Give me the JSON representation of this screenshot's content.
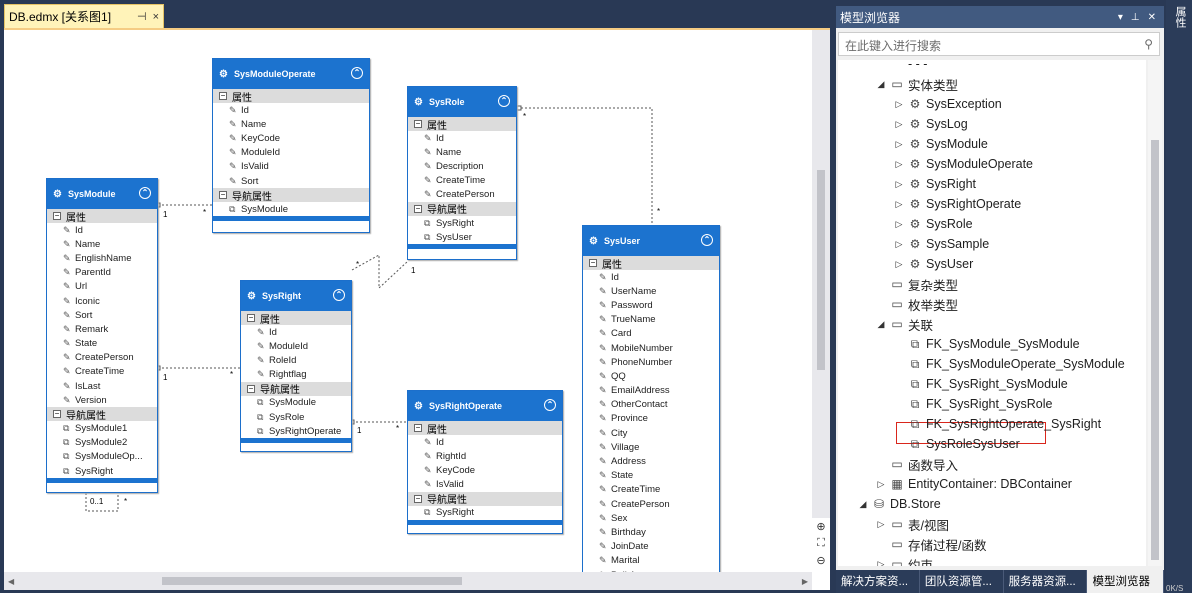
{
  "tab": {
    "title": "DB.edmx [关系图1]",
    "pin": "⊣",
    "close": "×"
  },
  "entities": {
    "SysModule": {
      "name": "SysModule",
      "props_header": "属性",
      "nav_header": "导航属性",
      "props": [
        "Id",
        "Name",
        "EnglishName",
        "ParentId",
        "Url",
        "Iconic",
        "Sort",
        "Remark",
        "State",
        "CreatePerson",
        "CreateTime",
        "IsLast",
        "Version"
      ],
      "nav": [
        "SysModule1",
        "SysModule2",
        "SysModuleOp...",
        "SysRight"
      ]
    },
    "SysModuleOperate": {
      "name": "SysModuleOperate",
      "props_header": "属性",
      "nav_header": "导航属性",
      "props": [
        "Id",
        "Name",
        "KeyCode",
        "ModuleId",
        "IsValid",
        "Sort"
      ],
      "nav": [
        "SysModule"
      ]
    },
    "SysRole": {
      "name": "SysRole",
      "props_header": "属性",
      "nav_header": "导航属性",
      "props": [
        "Id",
        "Name",
        "Description",
        "CreateTime",
        "CreatePerson"
      ],
      "nav": [
        "SysRight",
        "SysUser"
      ]
    },
    "SysRight": {
      "name": "SysRight",
      "props_header": "属性",
      "nav_header": "导航属性",
      "props": [
        "Id",
        "ModuleId",
        "RoleId",
        "Rightflag"
      ],
      "nav": [
        "SysModule",
        "SysRole",
        "SysRightOperate"
      ]
    },
    "SysRightOperate": {
      "name": "SysRightOperate",
      "props_header": "属性",
      "nav_header": "导航属性",
      "props": [
        "Id",
        "RightId",
        "KeyCode",
        "IsValid"
      ],
      "nav": [
        "SysRight"
      ]
    },
    "SysUser": {
      "name": "SysUser",
      "props_header": "属性",
      "props": [
        "Id",
        "UserName",
        "Password",
        "TrueName",
        "Card",
        "MobileNumber",
        "PhoneNumber",
        "QQ",
        "EmailAddress",
        "OtherContact",
        "Province",
        "City",
        "Village",
        "Address",
        "State",
        "CreateTime",
        "CreatePerson",
        "Sex",
        "Birthday",
        "JoinDate",
        "Marital",
        "PolitA..."
      ]
    }
  },
  "multiplicity": {
    "one": "1",
    "many": "*",
    "self": "0..1"
  },
  "panel": {
    "title": "模型浏览器",
    "search_placeholder": "在此键入进行搜索",
    "tree": [
      {
        "label": "- - -",
        "level": 2,
        "arrow": "",
        "icon": ""
      },
      {
        "label": "实体类型",
        "level": 2,
        "arrow": "◢",
        "icon": "▭"
      },
      {
        "label": "SysException",
        "level": 3,
        "arrow": "▷",
        "icon": "⚙"
      },
      {
        "label": "SysLog",
        "level": 3,
        "arrow": "▷",
        "icon": "⚙"
      },
      {
        "label": "SysModule",
        "level": 3,
        "arrow": "▷",
        "icon": "⚙"
      },
      {
        "label": "SysModuleOperate",
        "level": 3,
        "arrow": "▷",
        "icon": "⚙"
      },
      {
        "label": "SysRight",
        "level": 3,
        "arrow": "▷",
        "icon": "⚙"
      },
      {
        "label": "SysRightOperate",
        "level": 3,
        "arrow": "▷",
        "icon": "⚙"
      },
      {
        "label": "SysRole",
        "level": 3,
        "arrow": "▷",
        "icon": "⚙"
      },
      {
        "label": "SysSample",
        "level": 3,
        "arrow": "▷",
        "icon": "⚙"
      },
      {
        "label": "SysUser",
        "level": 3,
        "arrow": "▷",
        "icon": "⚙"
      },
      {
        "label": "复杂类型",
        "level": 2,
        "arrow": "",
        "icon": "▭"
      },
      {
        "label": "枚举类型",
        "level": 2,
        "arrow": "",
        "icon": "▭"
      },
      {
        "label": "关联",
        "level": 2,
        "arrow": "◢",
        "icon": "▭"
      },
      {
        "label": "FK_SysModule_SysModule",
        "level": 3,
        "arrow": "",
        "icon": "⧉"
      },
      {
        "label": "FK_SysModuleOperate_SysModule",
        "level": 3,
        "arrow": "",
        "icon": "⧉"
      },
      {
        "label": "FK_SysRight_SysModule",
        "level": 3,
        "arrow": "",
        "icon": "⧉"
      },
      {
        "label": "FK_SysRight_SysRole",
        "level": 3,
        "arrow": "",
        "icon": "⧉"
      },
      {
        "label": "FK_SysRightOperate_SysRight",
        "level": 3,
        "arrow": "",
        "icon": "⧉"
      },
      {
        "label": "SysRoleSysUser",
        "level": 3,
        "arrow": "",
        "icon": "⧉"
      },
      {
        "label": "函数导入",
        "level": 2,
        "arrow": "",
        "icon": "▭"
      },
      {
        "label": "EntityContainer: DBContainer",
        "level": 2,
        "arrow": "▷",
        "icon": "▦"
      },
      {
        "label": "DB.Store",
        "level": 1,
        "arrow": "◢",
        "icon": "⛁"
      },
      {
        "label": "表/视图",
        "level": 2,
        "arrow": "▷",
        "icon": "▭"
      },
      {
        "label": "存储过程/函数",
        "level": 2,
        "arrow": "",
        "icon": "▭"
      },
      {
        "label": "约束",
        "level": 2,
        "arrow": "▷",
        "icon": "▭"
      }
    ]
  },
  "bottom_tabs": [
    "解决方案资...",
    "团队资源管...",
    "服务器资源...",
    "模型浏览器"
  ],
  "right_strip": {
    "label": "属性",
    "net": "0K/S"
  }
}
